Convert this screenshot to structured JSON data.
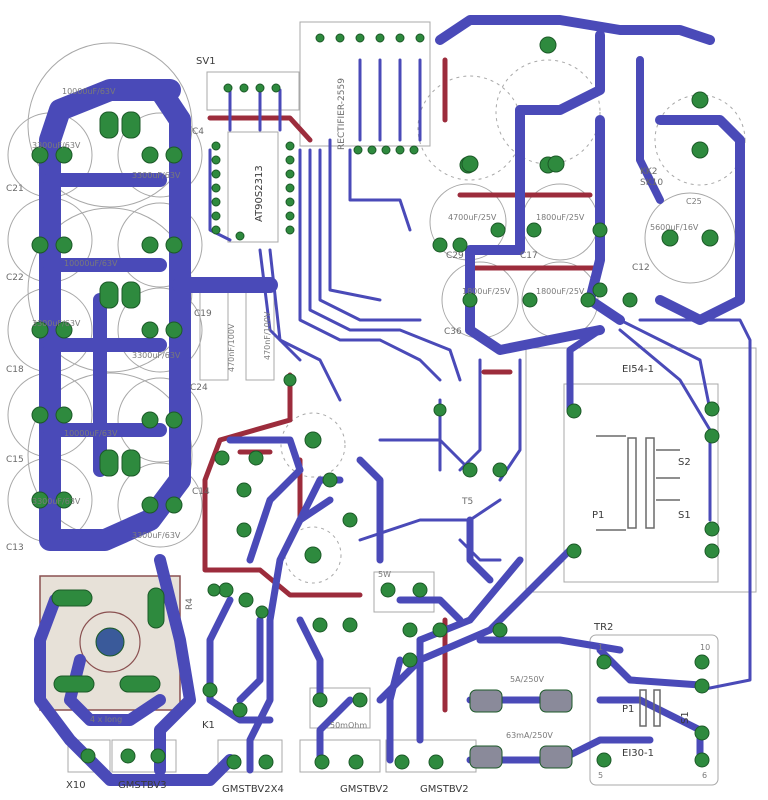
{
  "board": {
    "labels": {
      "sv1": "SV1",
      "rectifier": "RECTIFIER-2559",
      "at90": "AT90S2313",
      "c4": "C4",
      "c21": "C21",
      "c22": "C22",
      "c18": "C18",
      "c15": "C15",
      "c13": "C13",
      "c19": "C19",
      "c24": "C24",
      "c14": "C14",
      "c29": "C29",
      "c17": "C17",
      "c12": "C12",
      "c36": "C36",
      "c25": "C25",
      "kk2": "KK2",
      "sk10": "SK10",
      "ei54": "EI54-1",
      "p1": "P1",
      "s1": "S1",
      "s2": "S2",
      "tr2": "TR2",
      "ei30": "EI30-1",
      "k1": "K1",
      "x10": "X10",
      "x4": "GMSTBV2X4",
      "x3": "GMSTBV3",
      "x2": "GMSTBV2",
      "x6": "GMSTBV2",
      "t5": "T5",
      "r4": "R4",
      "pin1": "1",
      "pin5": "5",
      "pin6": "6",
      "pin10": "10",
      "long": "4 x long"
    },
    "values": {
      "cap10000": "10000uF/63V",
      "cap3300": "3300uF/63V",
      "cap4700": "4700uF/25V",
      "cap1800": "1800uF/25V",
      "cap5600": "5600uF/16V",
      "cap470": "470nF/100V",
      "fuse1": "5A/250V",
      "fuse2": "63mA/250V",
      "res50m": "50mOhm",
      "res5w": "5W"
    }
  },
  "colors": {
    "top_trace": "#4a4ab8",
    "bottom_trace": "#9c2c3c",
    "pad": "#2e8a3e",
    "outline": "#9a9a9a",
    "silk": "#6a6a6a"
  }
}
